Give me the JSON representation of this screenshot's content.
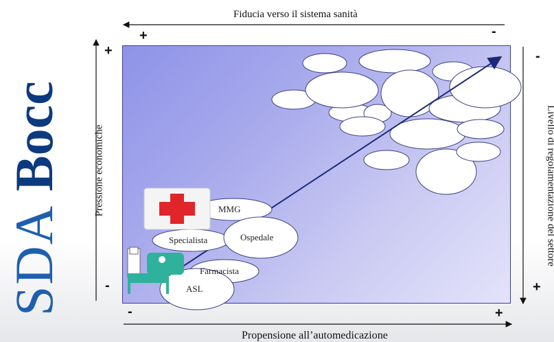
{
  "brand": {
    "prefix": "SDA",
    "suffix": "Bocc"
  },
  "axes": {
    "top": {
      "label": "Fiducia verso il sistema sanità",
      "left_sign": "+",
      "right_sign": "-"
    },
    "bottom": {
      "label": "Propensione all’automedicazione",
      "left_sign": "-",
      "right_sign": "+"
    },
    "left": {
      "label": "Pressione economiche",
      "top_sign": "+",
      "bottom_sign": "-"
    },
    "right": {
      "label": "Livello di regolamentazione del settore",
      "top_sign": "-",
      "bottom_sign": "+"
    }
  },
  "nodes": {
    "mmg": "MMG",
    "specialista": "Specialista",
    "ospedale": "Ospedale",
    "farmacista": "Farmacista",
    "asl": "ASL"
  },
  "icons": [
    "red-cross-icon",
    "hospital-bed-icon"
  ],
  "colors": {
    "plot_start": "#8f93e8",
    "plot_end": "#e4e3fa",
    "arrow": "#1a2a7a",
    "cross": "#e0262a",
    "brand": "#1e5fb0"
  }
}
